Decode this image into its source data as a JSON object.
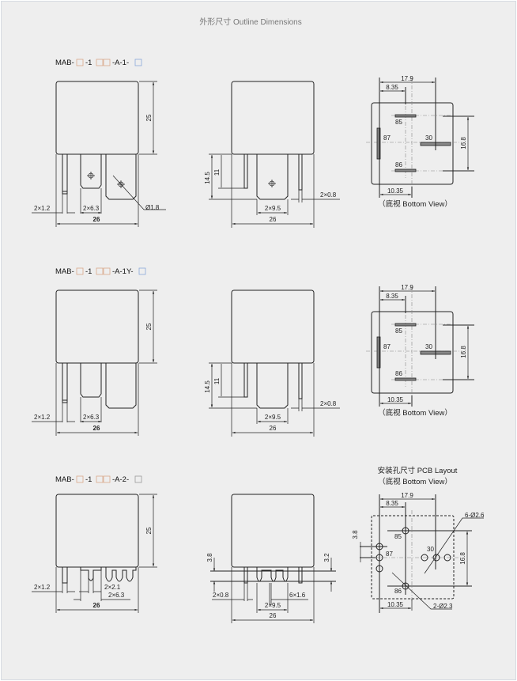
{
  "header": {
    "title": "外形尺寸 Outline Dimensions"
  },
  "rows": [
    {
      "model": {
        "prefix": "MAB-",
        "mid": "-1",
        "type": "-A-1-"
      },
      "front": {
        "height": "25",
        "pin_thin": "2×1.2",
        "pin_wide": "2×6.3",
        "width": "26",
        "hole": "Ø1.8"
      },
      "side": {
        "h1": "14.5",
        "h2": "11",
        "pin": "2×0.8",
        "pitch": "2×9.5",
        "width": "26"
      }
    },
    {
      "model": {
        "prefix": "MAB-",
        "mid": "-1",
        "type": "-A-1Y-"
      },
      "front": {
        "height": "25",
        "pin_thin": "2×1.2",
        "pin_wide": "2×6.3",
        "width": "26"
      },
      "side": {
        "h1": "14.5",
        "h2": "11",
        "pin": "2×0.8",
        "pitch": "2×9.5",
        "width": "26"
      }
    },
    {
      "model": {
        "prefix": "MAB-",
        "mid": "-1",
        "type": "-A-2-"
      },
      "front": {
        "height": "25",
        "pin_thin": "2×1.2",
        "pin_a": "2×2.1",
        "pin_wide": "2×6.3",
        "width": "26"
      },
      "side": {
        "h1": "3.8",
        "h2": "3.2",
        "pin": "2×0.8",
        "pin_b": "6×1.6",
        "pitch": "2×9.5",
        "width": "26"
      }
    }
  ],
  "bottom_view": {
    "caption": "（底视 Bottom View）",
    "d_179": "17.9",
    "d_835": "8.35",
    "d_168": "16.8",
    "d_1035": "10.35",
    "pins": {
      "p85": "85",
      "p86": "86",
      "p87": "87",
      "p30": "30"
    }
  },
  "pcb": {
    "title": "安装孔尺寸 PCB Layout",
    "caption": "（底视 Bottom View）",
    "d_179": "17.9",
    "d_835": "8.35",
    "d_38": "3.8",
    "d_168": "16.8",
    "d_1035": "10.35",
    "holes_a": "6-Ø2.6",
    "holes_b": "2-Ø2.3",
    "pins": {
      "p85": "85",
      "p86": "86",
      "p87": "87",
      "p30": "30"
    }
  }
}
